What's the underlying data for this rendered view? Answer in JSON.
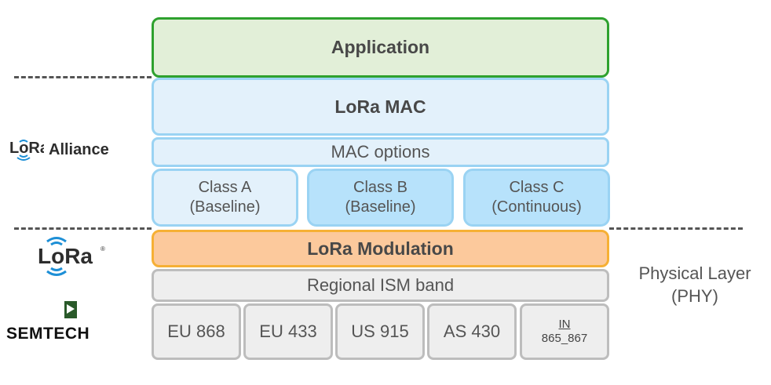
{
  "stack": {
    "application": "Application",
    "lora_mac": "LoRa MAC",
    "mac_options": "MAC options",
    "classes": [
      {
        "name": "Class A",
        "detail": "(Baseline)"
      },
      {
        "name": "Class B",
        "detail": "(Baseline)"
      },
      {
        "name": "Class C",
        "detail": "(Continuous)"
      }
    ],
    "lora_modulation": "LoRa Modulation",
    "regional_ism_band": "Regional ISM band",
    "bands": [
      "EU 868",
      "EU 433",
      "US 915",
      "AS 430"
    ],
    "band_in": {
      "top": "IN",
      "bottom": "865_867"
    }
  },
  "logos": {
    "alliance": {
      "lora": "LoRa",
      "alliance": "Alliance"
    },
    "lora": "LoRa",
    "semtech": "SEMTECH"
  },
  "physical_layer": {
    "line1": "Physical Layer",
    "line2": "(PHY)"
  },
  "colors": {
    "application_fill": "#e2efd8",
    "application_border": "#2ea12e",
    "mac_fill": "#e3f1fb",
    "mac_border": "#9ad3f3",
    "class_fill_dark": "#b7e2fb",
    "modulation_fill": "#fcc99c",
    "modulation_border": "#f6b035",
    "band_fill": "#eeeeee",
    "band_border": "#bdbdbd",
    "logo_blue": "#1d8fd6"
  }
}
